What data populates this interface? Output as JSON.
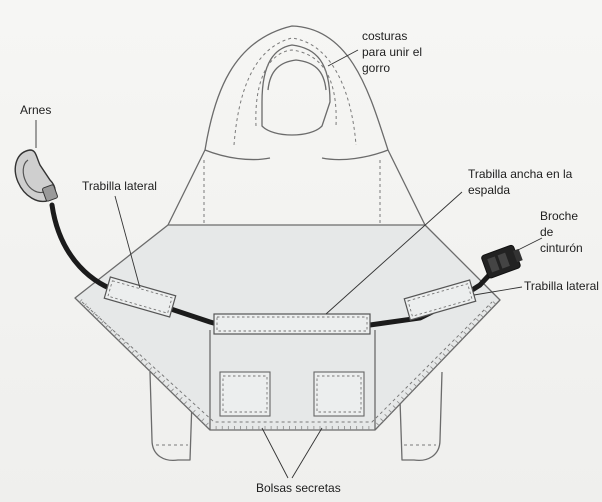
{
  "labels": {
    "costuras_line1": "costuras",
    "costuras_line2": "para unir el",
    "costuras_line3": "gorro",
    "arnes": "Arnes",
    "trabilla_lateral_left": "Trabilla lateral",
    "trabilla_ancha_line1": "Trabilla ancha en la",
    "trabilla_ancha_line2": "espalda",
    "broche_line1": "Broche",
    "broche_line2": "de",
    "broche_line3": "cinturón",
    "trabilla_lateral_right": "Trabilla lateral",
    "bolsas_secretas": "Bolsas secretas"
  },
  "icons": {
    "harness_hook": "carabiner-icon",
    "buckle": "belt-buckle-icon"
  },
  "colors": {
    "background": "#f3f3f1",
    "garment_fill": "#e6e8e8",
    "outline": "#6b6b6b",
    "cord": "#1b1b1b"
  }
}
